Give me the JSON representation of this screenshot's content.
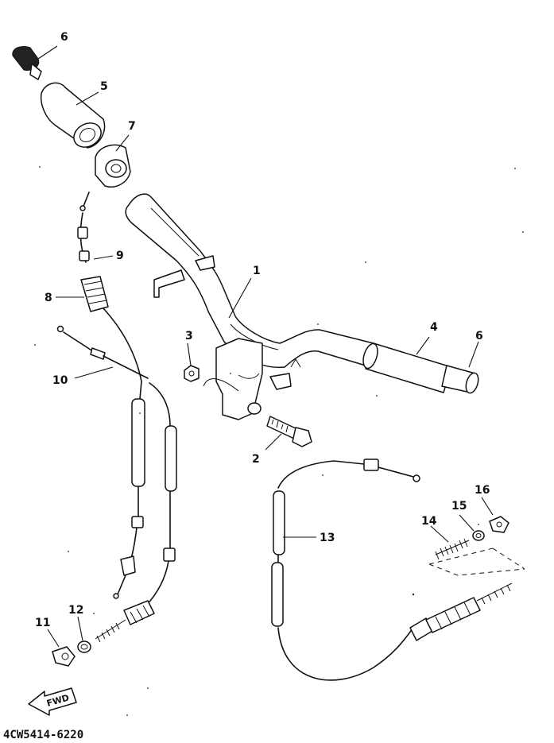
{
  "diagram": {
    "drawing_code": "4CW5414-6220",
    "fwd_label": "FWD",
    "callouts": [
      "1",
      "2",
      "3",
      "4",
      "5",
      "6",
      "6",
      "7",
      "8",
      "9",
      "10",
      "11",
      "12",
      "13",
      "14",
      "15",
      "16"
    ]
  }
}
